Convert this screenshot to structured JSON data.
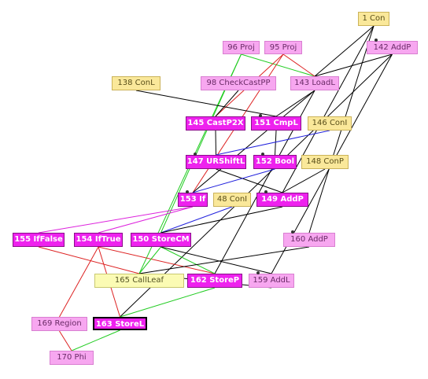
{
  "graph": {
    "nodes": [
      {
        "id": "1",
        "label": "1 Con",
        "kind": "con"
      },
      {
        "id": "96",
        "label": "96 Proj",
        "kind": "light"
      },
      {
        "id": "95",
        "label": "95 Proj",
        "kind": "light"
      },
      {
        "id": "142",
        "label": "142 AddP",
        "kind": "light"
      },
      {
        "id": "138",
        "label": "138 ConL",
        "kind": "con"
      },
      {
        "id": "98",
        "label": "98 CheckCastPP",
        "kind": "light"
      },
      {
        "id": "143",
        "label": "143 LoadL",
        "kind": "light"
      },
      {
        "id": "145",
        "label": "145 CastP2X",
        "kind": "hot"
      },
      {
        "id": "151",
        "label": "151 CmpL",
        "kind": "hot"
      },
      {
        "id": "146",
        "label": "146 ConI",
        "kind": "con"
      },
      {
        "id": "147",
        "label": "147 URShiftL",
        "kind": "hot"
      },
      {
        "id": "152",
        "label": "152 Bool",
        "kind": "hot"
      },
      {
        "id": "148",
        "label": "148 ConP",
        "kind": "con"
      },
      {
        "id": "153",
        "label": "153 If",
        "kind": "hot"
      },
      {
        "id": "48",
        "label": "48 ConI",
        "kind": "con"
      },
      {
        "id": "149",
        "label": "149 AddP",
        "kind": "hot"
      },
      {
        "id": "155",
        "label": "155 IfFalse",
        "kind": "hot"
      },
      {
        "id": "154",
        "label": "154 IfTrue",
        "kind": "hot"
      },
      {
        "id": "150",
        "label": "150 StoreCM",
        "kind": "hot"
      },
      {
        "id": "160",
        "label": "160 AddP",
        "kind": "light"
      },
      {
        "id": "165",
        "label": "165 CallLeaf",
        "kind": "call"
      },
      {
        "id": "162",
        "label": "162 StoreP",
        "kind": "hot"
      },
      {
        "id": "159",
        "label": "159 AddL",
        "kind": "light"
      },
      {
        "id": "169",
        "label": "169 Region",
        "kind": "light"
      },
      {
        "id": "163",
        "label": "163 StoreL",
        "kind": "hot",
        "strong": true
      },
      {
        "id": "170",
        "label": "170 Phi",
        "kind": "light"
      }
    ],
    "edges": [
      {
        "from": "1",
        "to": "143",
        "color": "#000000"
      },
      {
        "from": "1",
        "to": "160",
        "color": "#000000"
      },
      {
        "from": "1",
        "to": "149",
        "color": "#000000"
      },
      {
        "from": "142",
        "to": "143",
        "color": "#000000"
      },
      {
        "from": "142",
        "to": "159",
        "color": "#000000"
      },
      {
        "from": "142",
        "to": "163",
        "color": "#000000"
      },
      {
        "from": "96",
        "to": "143",
        "color": "#22cc22"
      },
      {
        "from": "96",
        "to": "165",
        "color": "#22cc22"
      },
      {
        "from": "96",
        "to": "150",
        "color": "#22cc22"
      },
      {
        "from": "95",
        "to": "145",
        "color": "#dd2222"
      },
      {
        "from": "95",
        "to": "153",
        "color": "#dd2222"
      },
      {
        "from": "95",
        "to": "143",
        "color": "#dd2222"
      },
      {
        "from": "138",
        "to": "151",
        "color": "#000000"
      },
      {
        "from": "98",
        "to": "145",
        "color": "#000000"
      },
      {
        "from": "143",
        "to": "151",
        "color": "#000000"
      },
      {
        "from": "143",
        "to": "153",
        "color": "#000000"
      },
      {
        "from": "143",
        "to": "162",
        "color": "#000000"
      },
      {
        "from": "145",
        "to": "147",
        "color": "#000000"
      },
      {
        "from": "151",
        "to": "152",
        "color": "#000000"
      },
      {
        "from": "146",
        "to": "147",
        "color": "#2222dd"
      },
      {
        "from": "147",
        "to": "149",
        "color": "#000000"
      },
      {
        "from": "152",
        "to": "153",
        "color": "#2222dd"
      },
      {
        "from": "148",
        "to": "149",
        "color": "#000000"
      },
      {
        "from": "153",
        "to": "155",
        "color": "#dd22dd"
      },
      {
        "from": "153",
        "to": "154",
        "color": "#dd22dd"
      },
      {
        "from": "48",
        "to": "150",
        "color": "#2222dd"
      },
      {
        "from": "149",
        "to": "150",
        "color": "#000000"
      },
      {
        "from": "155",
        "to": "165",
        "color": "#dd2222"
      },
      {
        "from": "154",
        "to": "162",
        "color": "#dd2222"
      },
      {
        "from": "154",
        "to": "169",
        "color": "#dd2222"
      },
      {
        "from": "154",
        "to": "163",
        "color": "#dd2222"
      },
      {
        "from": "150",
        "to": "165",
        "color": "#22cc22"
      },
      {
        "from": "150",
        "to": "162",
        "color": "#22cc22"
      },
      {
        "from": "150",
        "to": "159",
        "color": "#000000"
      },
      {
        "from": "160",
        "to": "165",
        "color": "#000000"
      },
      {
        "from": "159",
        "to": "165",
        "color": "#000000"
      },
      {
        "from": "162",
        "to": "163",
        "color": "#22cc22"
      },
      {
        "from": "163",
        "to": "170",
        "color": "#22cc22"
      },
      {
        "from": "169",
        "to": "170",
        "color": "#dd2222"
      }
    ]
  }
}
